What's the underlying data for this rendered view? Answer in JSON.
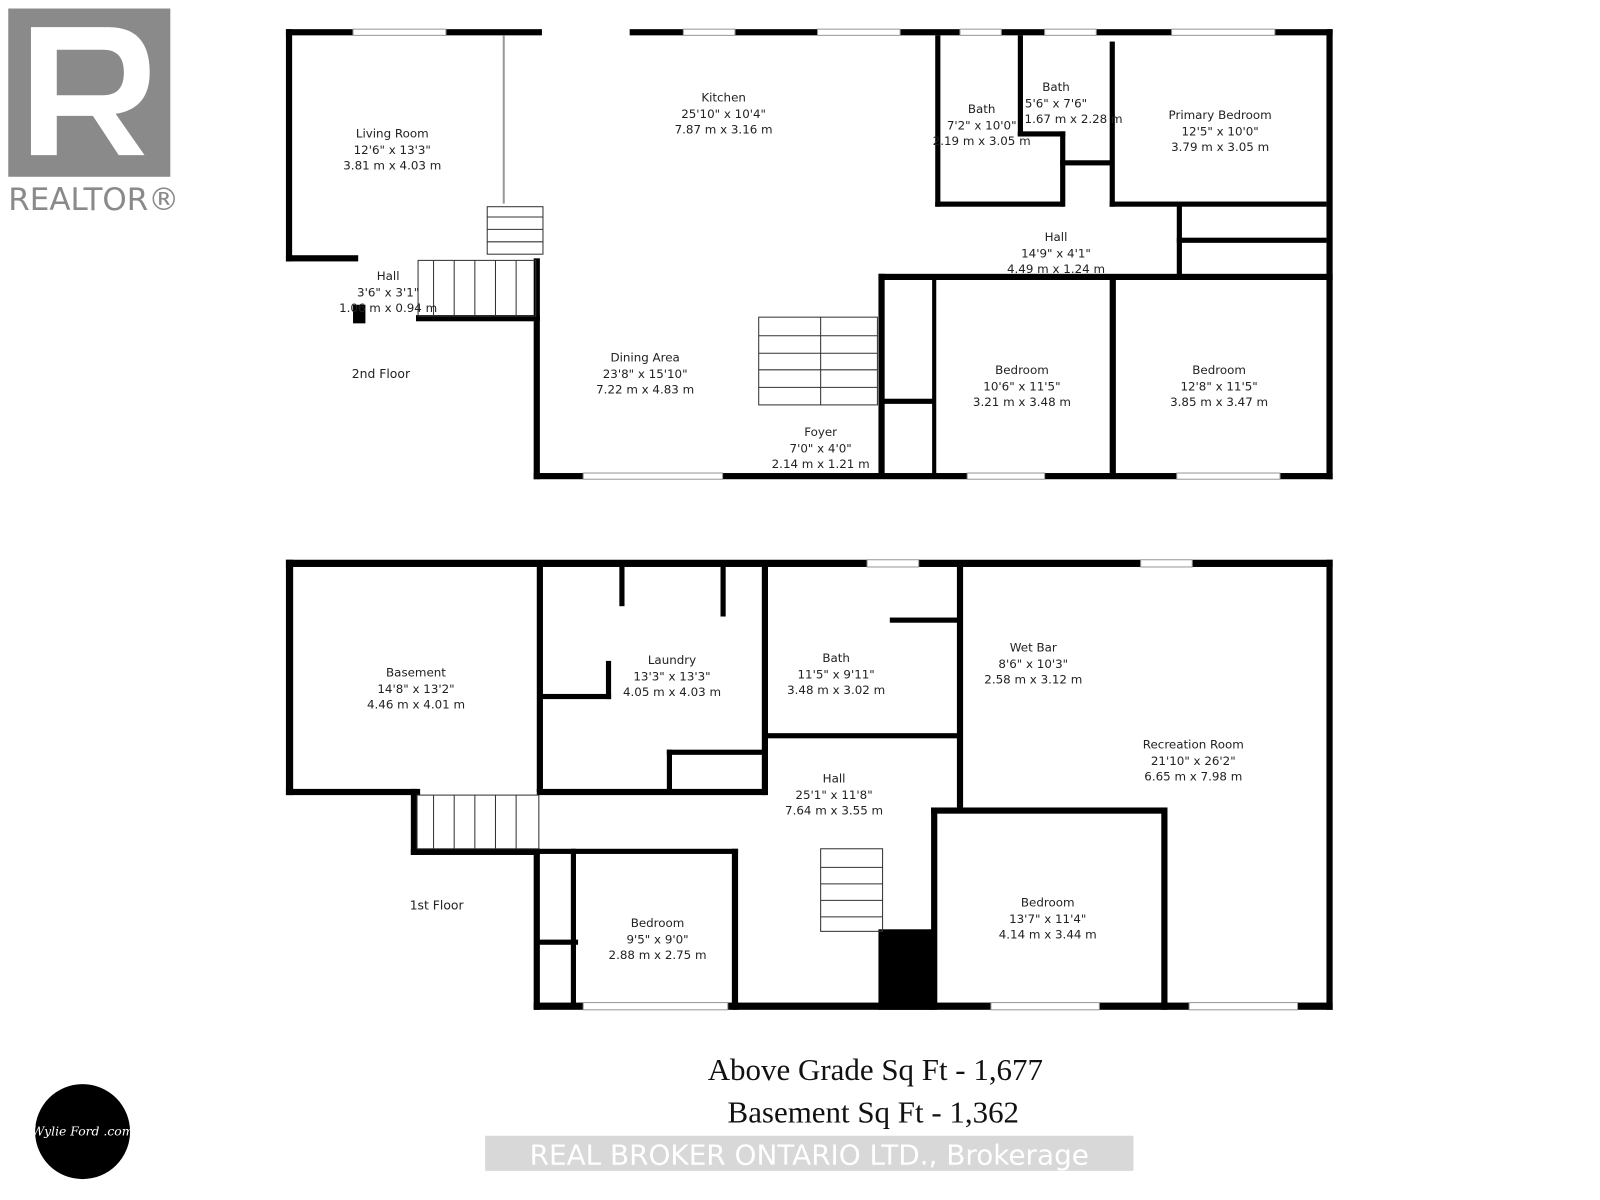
{
  "logo": {
    "realtor_text": "REALTOR®",
    "brand_text": "Wylie Ford .com"
  },
  "floors": [
    {
      "label": "2nd Floor",
      "rooms": [
        {
          "name": "Living Room",
          "imperial": "12'6\" x 13'3\"",
          "metric": "3.81 m x 4.03 m"
        },
        {
          "name": "Kitchen",
          "imperial": "25'10\" x 10'4\"",
          "metric": "7.87 m x 3.16 m"
        },
        {
          "name": "Bath",
          "imperial": "7'2\" x 10'0\"",
          "metric": "2.19 m x 3.05 m"
        },
        {
          "name": "Bath",
          "imperial": "5'6\" x 7'6\"",
          "metric": "1.67 m x 2.28 m"
        },
        {
          "name": "Primary Bedroom",
          "imperial": "12'5\" x 10'0\"",
          "metric": "3.79 m x 3.05 m"
        },
        {
          "name": "Hall",
          "imperial": "14'9\" x 4'1\"",
          "metric": "4.49 m x 1.24 m"
        },
        {
          "name": "Hall",
          "imperial": "3'6\" x 3'1\"",
          "metric": "1.06 m x 0.94 m"
        },
        {
          "name": "Dining Area",
          "imperial": "23'8\" x 15'10\"",
          "metric": "7.22 m x 4.83 m"
        },
        {
          "name": "Foyer",
          "imperial": "7'0\" x 4'0\"",
          "metric": "2.14 m x 1.21 m"
        },
        {
          "name": "Bedroom",
          "imperial": "10'6\" x 11'5\"",
          "metric": "3.21 m x 3.48 m"
        },
        {
          "name": "Bedroom",
          "imperial": "12'8\" x 11'5\"",
          "metric": "3.85 m x 3.47 m"
        }
      ]
    },
    {
      "label": "1st Floor",
      "rooms": [
        {
          "name": "Basement",
          "imperial": "14'8\" x 13'2\"",
          "metric": "4.46 m x 4.01 m"
        },
        {
          "name": "Laundry",
          "imperial": "13'3\" x 13'3\"",
          "metric": "4.05 m x 4.03 m"
        },
        {
          "name": "Bath",
          "imperial": "11'5\" x 9'11\"",
          "metric": "3.48 m x 3.02 m"
        },
        {
          "name": "Wet Bar",
          "imperial": "8'6\" x 10'3\"",
          "metric": "2.58 m x 3.12 m"
        },
        {
          "name": "Recreation Room",
          "imperial": "21'10\" x 26'2\"",
          "metric": "6.65 m x 7.98 m"
        },
        {
          "name": "Hall",
          "imperial": "25'1\" x 11'8\"",
          "metric": "7.64 m x 3.55 m"
        },
        {
          "name": "Bedroom",
          "imperial": "9'5\" x 9'0\"",
          "metric": "2.88 m x 2.75 m"
        },
        {
          "name": "Bedroom",
          "imperial": "13'7\" x 11'4\"",
          "metric": "4.14 m x 3.44 m"
        }
      ]
    }
  ],
  "summary": {
    "above_grade": "Above Grade Sq Ft - 1,677",
    "basement": "Basement Sq Ft - 1,362"
  },
  "watermark": "REAL BROKER ONTARIO LTD., Brokerage"
}
